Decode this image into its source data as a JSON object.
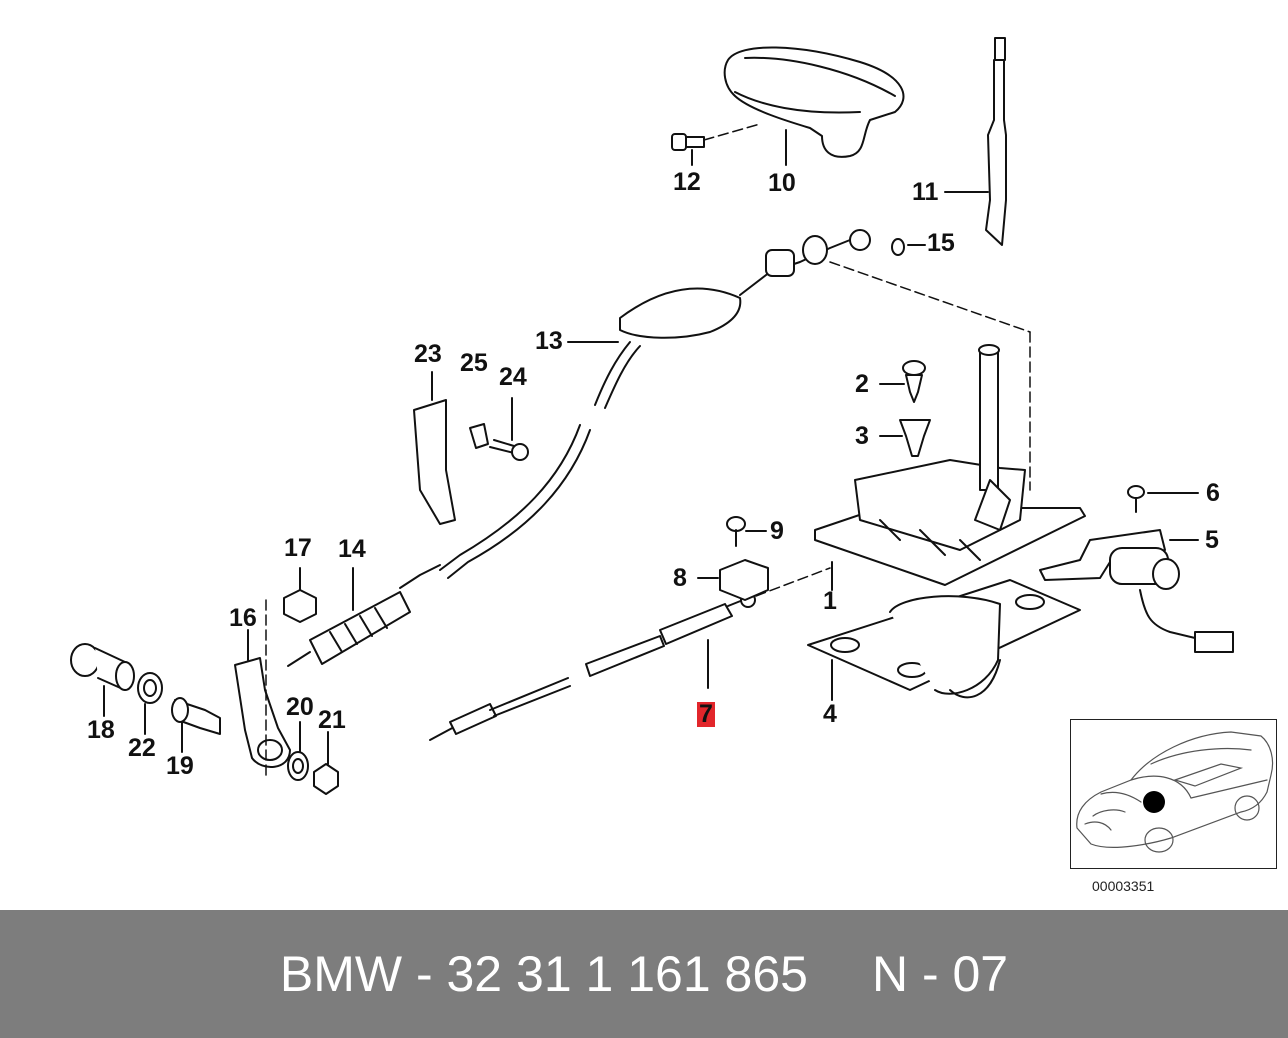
{
  "diagram": {
    "labels": {
      "p1": "1",
      "p2": "2",
      "p3": "3",
      "p4": "4",
      "p5": "5",
      "p6": "6",
      "p7": "7",
      "p8": "8",
      "p9": "9",
      "p10": "10",
      "p11": "11",
      "p12": "12",
      "p13": "13",
      "p14": "14",
      "p15": "15",
      "p16": "16",
      "p17": "17",
      "p18": "18",
      "p19": "19",
      "p20": "20",
      "p21": "21",
      "p22": "22",
      "p23": "23",
      "p24": "24",
      "p25": "25"
    },
    "highlighted_part": "7",
    "highlight_color": "#e2262b",
    "inset_code": "00003351"
  },
  "footer": {
    "part_text": "BMW - 32 31 1 161 865",
    "variant_text": "N - 07",
    "background_color": "#7d7d7d"
  }
}
